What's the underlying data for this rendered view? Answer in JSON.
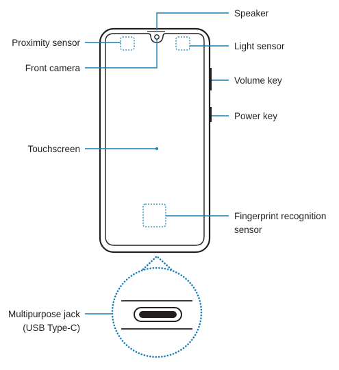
{
  "labels": {
    "speaker": "Speaker",
    "proximity_sensor": "Proximity sensor",
    "light_sensor": "Light sensor",
    "front_camera": "Front camera",
    "volume_key": "Volume key",
    "power_key": "Power key",
    "touchscreen": "Touchscreen",
    "fingerprint_line1": "Fingerprint recognition",
    "fingerprint_line2": "sensor",
    "multipurpose_line1": "Multipurpose jack",
    "multipurpose_line2": "(USB Type-C)"
  },
  "colors": {
    "outline": "#231f20",
    "accent": "#1a7fb5",
    "background": "#ffffff"
  }
}
